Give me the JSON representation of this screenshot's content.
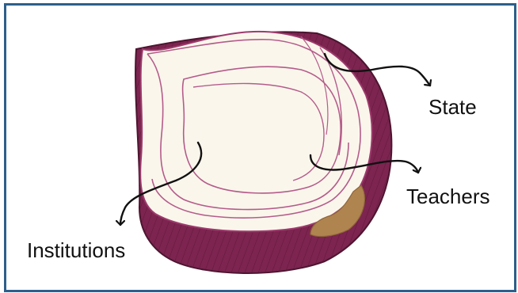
{
  "labels": {
    "state": "State",
    "teachers": "Teachers",
    "institutions": "Institutions"
  },
  "colors": {
    "frame": "#2d5f8b",
    "skin_dark": "#6b1f43",
    "skin": "#8a2f5a",
    "flesh": "#fbf6ec",
    "layer_line": "#b45c8a",
    "core": "#b0844f",
    "arrow": "#111111"
  }
}
